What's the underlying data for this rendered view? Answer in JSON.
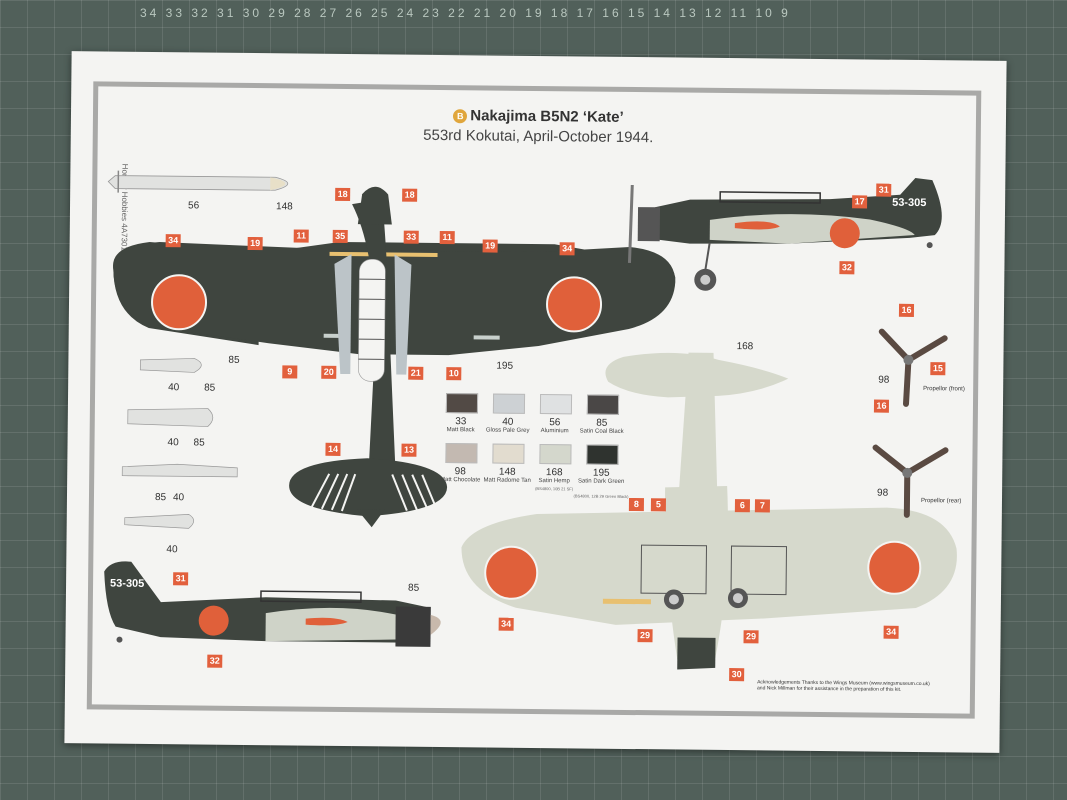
{
  "mat": {
    "ruler_text": "34  33  32  31  30  29  28  27  26  25  24  23  22  21  20  19  18  17  16  15  14  13  12  11  10  9"
  },
  "sheet": {
    "side_text": "Hornby Hobbies 4A73012 0720 RP",
    "badge": "B",
    "title": "Nakajima B5N2 ‘Kate’",
    "subtitle": "553rd Kokutai, April-October 1944.",
    "code": "53-305",
    "acknowledgement_line1": "Acknowledgements Thanks to the Wings Museum (www.wingsmuseum.co.uk)",
    "acknowledgement_line2": "and Nick Millman for their assistance in the preparation of this kit."
  },
  "callouts": [
    "34",
    "19",
    "11",
    "35",
    "33",
    "11",
    "19",
    "34",
    "18",
    "18",
    "9",
    "20",
    "21",
    "10",
    "14",
    "13",
    "31",
    "17",
    "32",
    "16",
    "15",
    "16",
    "8",
    "5",
    "6",
    "7",
    "34",
    "29",
    "29",
    "34",
    "30",
    "31",
    "32"
  ],
  "part_numbers": [
    "56",
    "148",
    "85",
    "40",
    "85",
    "40",
    "85",
    "85",
    "40",
    "40",
    "195",
    "168",
    "98",
    "98",
    "85"
  ],
  "propeller_labels": {
    "front": "Propellor (front)",
    "rear": "Propellor (rear)"
  },
  "paints": [
    {
      "num": "33",
      "name": "Matt Black",
      "sub": "",
      "color": "#524a45"
    },
    {
      "num": "40",
      "name": "Gloss Pale Grey",
      "sub": "",
      "color": "#cdd1d4"
    },
    {
      "num": "56",
      "name": "Aluminium",
      "sub": "",
      "color": "#dfe1e2"
    },
    {
      "num": "85",
      "name": "Satin Coal Black",
      "sub": "",
      "color": "#4a4746"
    },
    {
      "num": "98",
      "name": "Matt Chocolate",
      "sub": "",
      "color": "#c3b9b1"
    },
    {
      "num": "148",
      "name": "Matt Radome Tan",
      "sub": "",
      "color": "#e2dccf"
    },
    {
      "num": "168",
      "name": "Satin Hemp",
      "sub": "(BS4800, 10B 21 SF)",
      "color": "#d4d7cc"
    },
    {
      "num": "195",
      "name": "Satin Dark Green",
      "sub": "(BS4800, 12B 29 Green Black)",
      "color": "#2f332f"
    }
  ],
  "colors": {
    "dark_green": "#3f453f",
    "hemp": "#d6d9cc",
    "hinomaru": "#e0603a",
    "callout": "#e2603d",
    "stripe": "#e8c070"
  }
}
